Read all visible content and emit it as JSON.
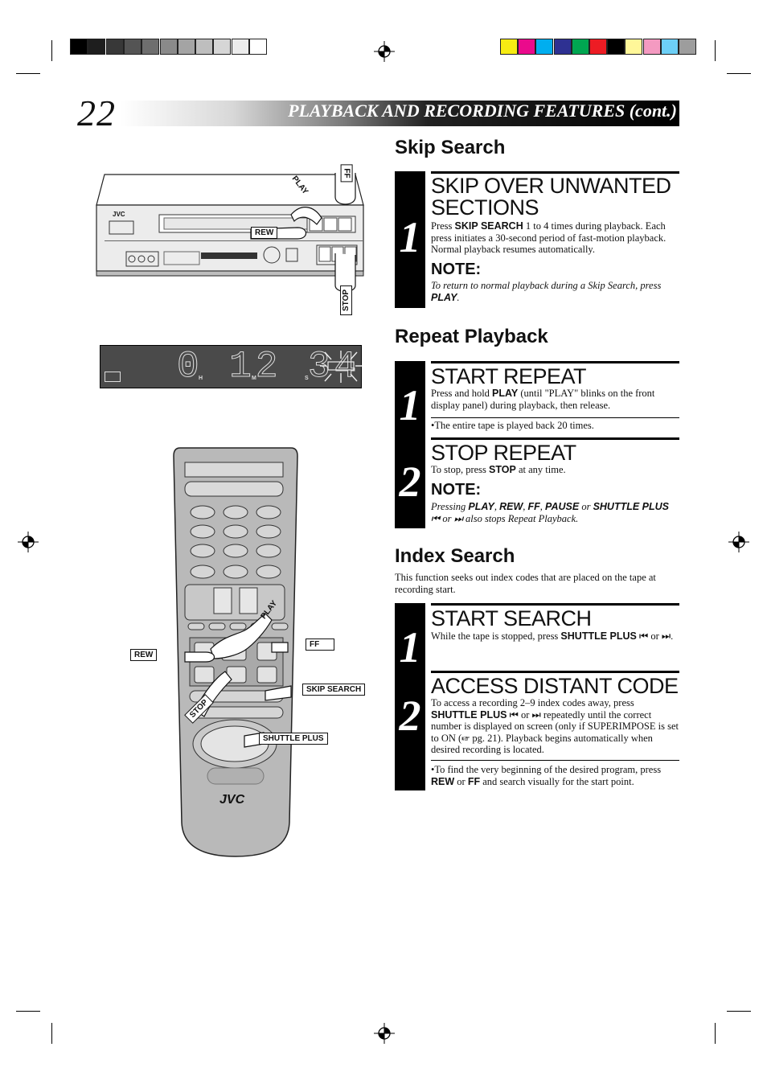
{
  "header": {
    "page_number": "22",
    "title": "PLAYBACK AND RECORDING FEATURES (cont.)"
  },
  "calibration": {
    "grays": [
      "#000000",
      "#1e1e1e",
      "#383838",
      "#545454",
      "#6e6e6e",
      "#8a8a8a",
      "#a4a4a4",
      "#bebebe",
      "#d6d6d6",
      "#ececec",
      "#ffffff"
    ],
    "colors": [
      "#f7ec13",
      "#ea0a8c",
      "#00aeef",
      "#2e3192",
      "#00a651",
      "#ed1c24",
      "#000000",
      "#fff799",
      "#f49ac1",
      "#6dcff6",
      "#9d9d9d"
    ]
  },
  "vcr": {
    "brand": "JVC",
    "labels": {
      "play": "PLAY",
      "ff": "FF",
      "rew": "REW",
      "stop": "STOP"
    }
  },
  "display": {
    "digits": "0 12 34",
    "h": "H",
    "m": "M",
    "s": "S"
  },
  "remote": {
    "brand": "JVC",
    "labels": {
      "play": "PLAY",
      "rew": "REW",
      "ff": "FF",
      "skip_search": "SKIP SEARCH",
      "stop": "STOP",
      "shuttle_plus": "SHUTTLE PLUS"
    }
  },
  "skip": {
    "heading": "Skip Search",
    "step1": {
      "num": "1",
      "title_line1": "SKIP OVER UNWANTED",
      "title_line2": "SECTIONS",
      "t1": "Press ",
      "b1": "SKIP SEARCH",
      "t2": " 1 to 4 times during playback. Each press initiates a 30-second period of fast-motion playback. Normal playback resumes automatically."
    },
    "note_label": "NOTE:",
    "note": {
      "t1": "To return to normal playback during a Skip Search, press ",
      "b1": "PLAY",
      "t2": "."
    }
  },
  "repeat": {
    "heading": "Repeat Playback",
    "step1": {
      "num": "1",
      "title": "START REPEAT",
      "t1": "Press and hold ",
      "b1": "PLAY",
      "t2": " (until \"PLAY\" blinks on the front display panel) during playback, then release.",
      "bullet": "•The entire tape is played back 20 times."
    },
    "step2": {
      "num": "2",
      "title": "STOP REPEAT",
      "t1": "To stop, press ",
      "b1": "STOP",
      "t2": " at any time."
    },
    "note_label": "NOTE:",
    "note": {
      "t1": "Pressing ",
      "b1": "PLAY",
      "s1": ", ",
      "b2": "REW",
      "s2": ", ",
      "b3": "FF",
      "s3": ", ",
      "b4": "PAUSE",
      "s4": " or ",
      "b5": "SHUTTLE PLUS",
      "t2": " ⏮ or ⏭ also stops Repeat Playback."
    }
  },
  "index": {
    "heading": "Index Search",
    "intro": "This function seeks out index codes that are placed on the tape at recording start.",
    "step1": {
      "num": "1",
      "title": "START SEARCH",
      "t1": "While the tape is stopped, press ",
      "b1": "SHUTTLE PLUS",
      "t2": " ⏮ or ⏭."
    },
    "step2": {
      "num": "2",
      "title": "ACCESS DISTANT CODE",
      "t1": "To access a recording 2–9 index codes away, press ",
      "b1": "SHUTTLE PLUS",
      "t2": " ⏮ or ⏭ repeatedly until the correct number  is displayed on screen (only if SUPERIMPOSE is set to ON (☞ pg. 21). Playback begins automatically when desired recording is located.",
      "bt1": "•To find the very beginning of the desired program, press ",
      "bb1": "REW",
      "bt2": " or ",
      "bb2": "FF",
      "bt3": " and search visually for the start point."
    }
  }
}
